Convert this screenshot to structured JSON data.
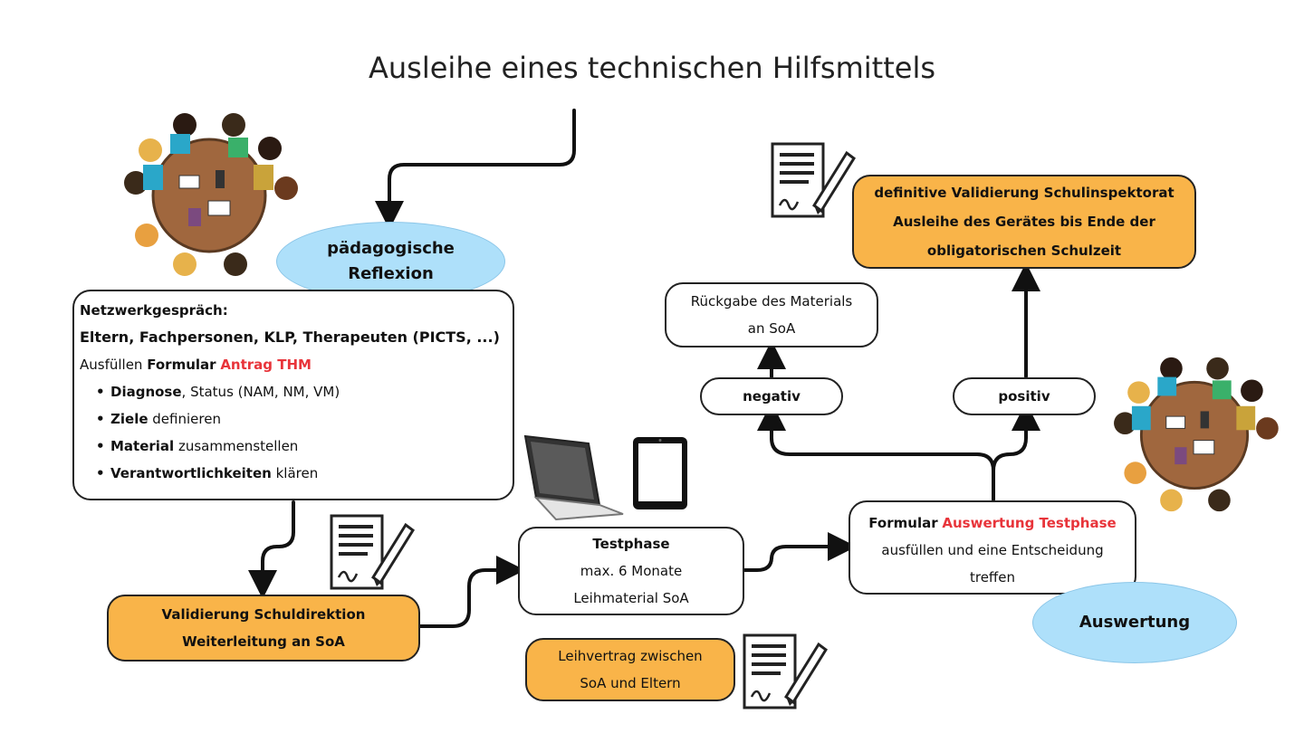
{
  "title": "Ausleihe eines technischen Hilfsmittels",
  "reflexion": {
    "line1": "pädagogische",
    "line2": "Reflexion"
  },
  "netzwerk": {
    "heading": "Netzwerkgespräch:",
    "participants": "Eltern, Fachpersonen, KLP, Therapeuten (PICTS, ...)",
    "form_prefix": "Ausfüllen",
    "form_bold": "Formular",
    "form_red": "Antrag THM",
    "bullets": [
      {
        "bold": "Diagnose",
        "rest": ", Status (NAM, NM, VM)"
      },
      {
        "bold": "Ziele",
        "rest": " definieren"
      },
      {
        "bold": "Material",
        "rest": " zusammenstellen"
      },
      {
        "bold": "Verantwortlichkeiten",
        "rest": " klären"
      }
    ]
  },
  "validierung": {
    "line1": "Validierung Schuldirektion",
    "line2": "Weiterleitung an SoA"
  },
  "testphase": {
    "title": "Testphase",
    "line2": "max. 6 Monate",
    "line3": "Leihmaterial SoA"
  },
  "leihvertrag": {
    "line1": "Leihvertrag zwischen",
    "line2": "SoA und Eltern"
  },
  "formular": {
    "bold": "Formular",
    "red": "Auswertung Testphase",
    "line2": "ausfüllen und eine Entscheidung",
    "line3": "treffen"
  },
  "auswertung": "Auswertung",
  "negativ": "negativ",
  "positiv": "positiv",
  "rueckgabe": {
    "line1": "Rückgabe des Materials",
    "line2": "an SoA"
  },
  "definitive": {
    "line1": "definitive Validierung Schulinspektorat",
    "line2": "Ausleihe des Gerätes bis Ende der",
    "line3": "obligatorischen Schulzeit"
  },
  "colors": {
    "orange": "#f9b449",
    "ellipse": "#aee0fa",
    "red": "#e8343a"
  }
}
